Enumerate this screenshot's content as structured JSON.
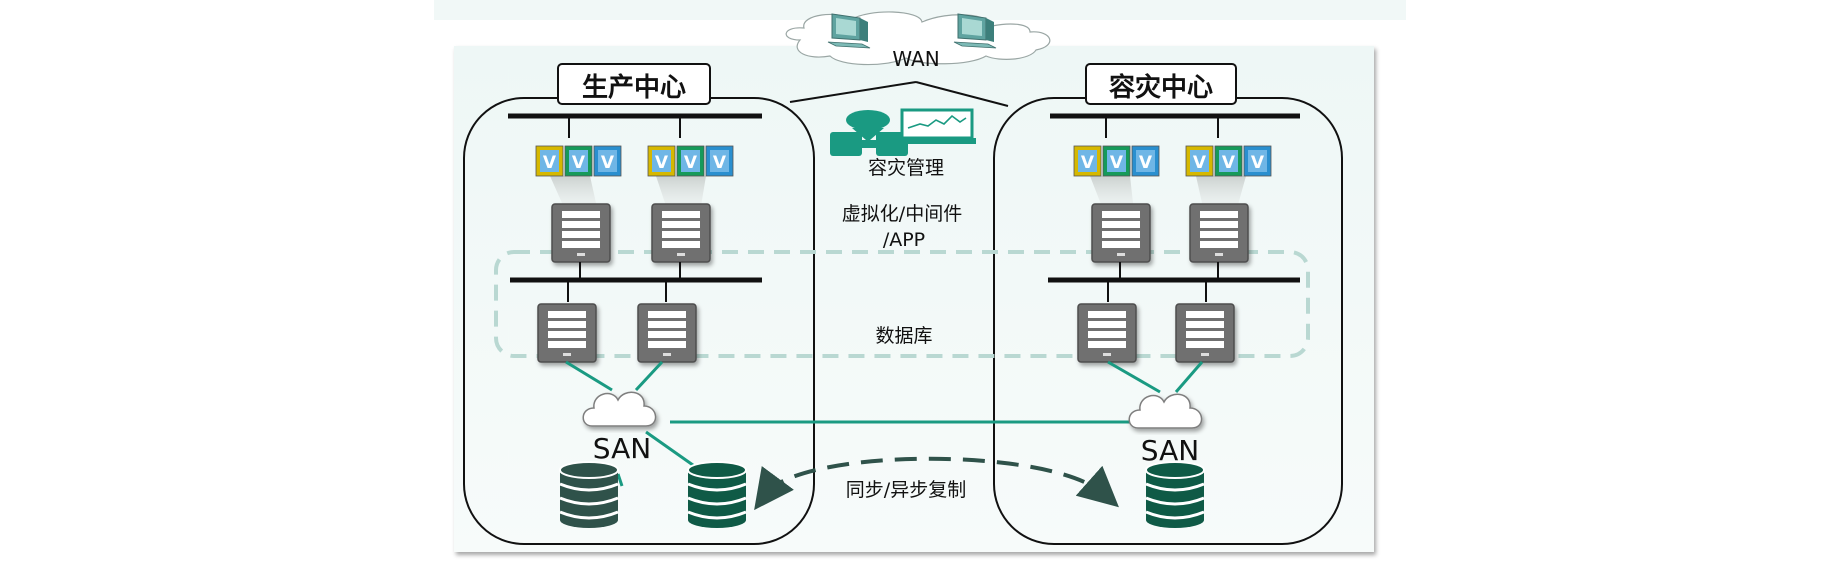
{
  "wan": {
    "label": "WAN"
  },
  "production": {
    "title": "生产中心",
    "san_label": "SAN"
  },
  "disaster": {
    "title": "容灾中心",
    "san_label": "SAN"
  },
  "mgmt": {
    "label": "容灾管理"
  },
  "middle": {
    "virt_line1": "虚拟化/中间件",
    "virt_line2": "/APP",
    "db_label": "数据库",
    "replication_label": "同步/异步复制"
  },
  "vm": {
    "badge_text": "V"
  },
  "colors": {
    "accent_green": "#1a9a82",
    "storage_dark": "#2f524a",
    "server_gray": "#6f6f6f",
    "vm_yellow": "#d6b800",
    "vm_green": "#169a5a",
    "vm_blue": "#2a8fcf",
    "frame": "#111111"
  }
}
